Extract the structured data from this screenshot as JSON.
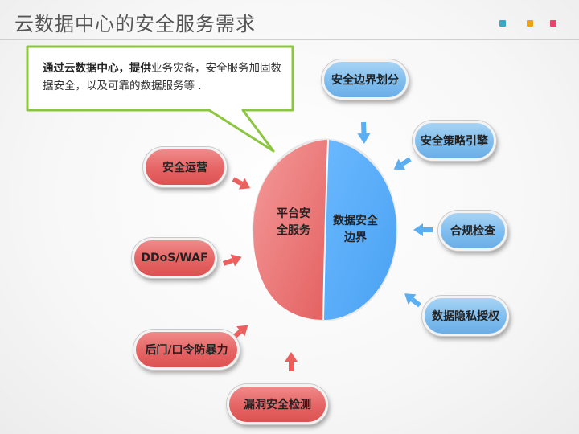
{
  "title": "云数据中心的安全服务需求",
  "accent_colors": [
    "#3aa6c8",
    "#e9a21b",
    "#e0476a"
  ],
  "callout": {
    "bold_part": "通过云数据中心，提供",
    "rest_part": "业务灾备，安全服务加固数据安全，以及可靠的数据服务等 ."
  },
  "center": {
    "left_label": "平台安全服务",
    "right_label": "数据安全边界"
  },
  "left_items": [
    "安全运营",
    "DDoS/WAF",
    "后门/口令防暴力",
    "漏洞安全检测"
  ],
  "right_items": [
    "安全边界划分",
    "安全策略引擎",
    "合规检查",
    "数据隐私授权"
  ],
  "colors": {
    "red": "#e66464",
    "blue": "#7fbdee",
    "callout_border": "#8cc63f"
  }
}
